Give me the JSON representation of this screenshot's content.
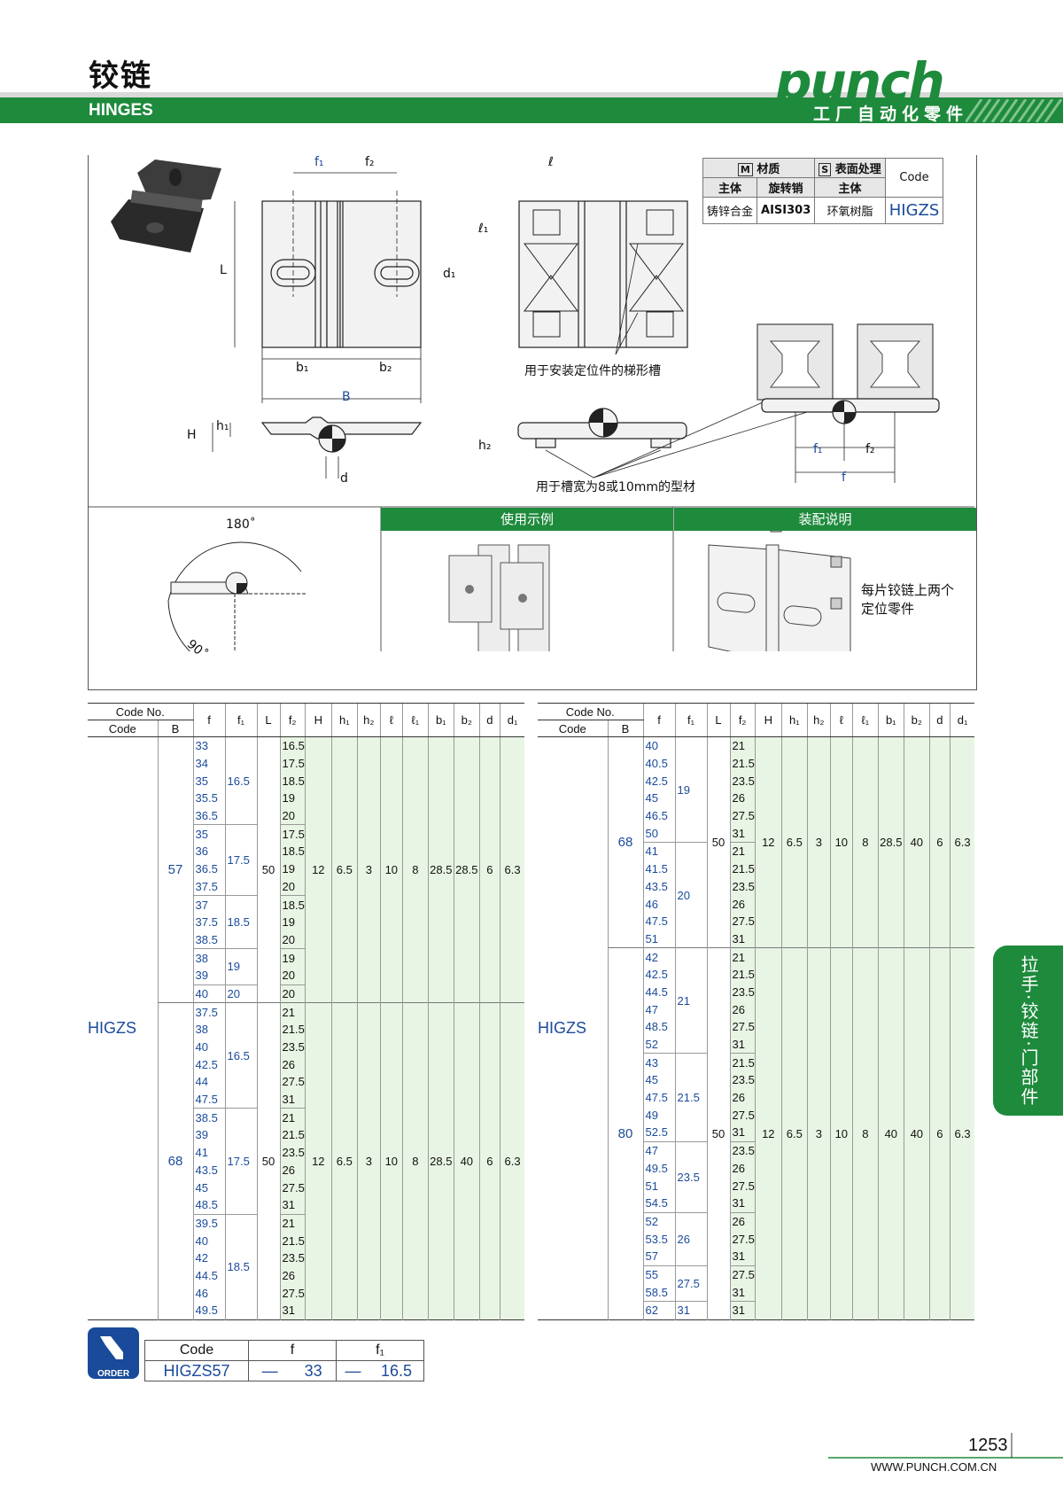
{
  "header": {
    "title_cn": "铰链",
    "title_en": "HINGES",
    "brand": "punch",
    "brand_sub": "工厂自动化零件"
  },
  "drawing": {
    "labels": {
      "f1": "f₁",
      "f2": "f₂",
      "L": "L",
      "d1": "d₁",
      "b1": "b₁",
      "b2": "b₂",
      "B": "B",
      "H": "H",
      "h1": "h₁",
      "d": "d",
      "ell": "ℓ",
      "ell1": "ℓ₁",
      "h2": "h₂",
      "f": "f",
      "trapezoid_note": "用于安装定位件的梯形槽",
      "slot_note": "用于槽宽为8或10mm的型材",
      "angle_180": "180˚",
      "angle_90": "90˚"
    },
    "material": {
      "m_icon": "M",
      "m_label": "材质",
      "s_icon": "S",
      "s_label": "表面处理",
      "code_header": "Code",
      "body": "主体",
      "pivot": "旋转销",
      "surface_body": "主体",
      "body_val": "铸锌合金",
      "pivot_val": "AISI303",
      "surface_val": "环氧树脂",
      "code_val": "HIGZS"
    },
    "tabs": {
      "example": "使用示例",
      "assembly": "装配说明"
    },
    "assembly_note": "每片铰链上两个定位零件"
  },
  "table_headers": {
    "code_no": "Code No.",
    "code": "Code",
    "B": "B",
    "cols": [
      "f",
      "f₁",
      "L",
      "f₂",
      "H",
      "h₁",
      "h₂",
      "ℓ",
      "ℓ₁",
      "b₁",
      "b₂",
      "d",
      "d₁"
    ]
  },
  "left_table": {
    "code": "HIGZS",
    "groups": [
      {
        "B": "57",
        "L": "50",
        "H": "12",
        "h1": "6.5",
        "h2": "3",
        "ell": "10",
        "ell1": "8",
        "b1": "28.5",
        "b2": "28.5",
        "d": "6",
        "d1": "6.3",
        "f1_groups": [
          {
            "f1": "16.5",
            "rows": [
              [
                "33",
                "16.5"
              ],
              [
                "34",
                "17.5"
              ],
              [
                "35",
                "18.5"
              ],
              [
                "35.5",
                "19"
              ],
              [
                "36.5",
                "20"
              ]
            ]
          },
          {
            "f1": "17.5",
            "rows": [
              [
                "35",
                "17.5"
              ],
              [
                "36",
                "18.5"
              ],
              [
                "36.5",
                "19"
              ],
              [
                "37.5",
                "20"
              ]
            ]
          },
          {
            "f1": "18.5",
            "rows": [
              [
                "37",
                "18.5"
              ],
              [
                "37.5",
                "19"
              ],
              [
                "38.5",
                "20"
              ]
            ]
          },
          {
            "f1": "19",
            "rows": [
              [
                "38",
                "19"
              ],
              [
                "39",
                "20"
              ]
            ]
          },
          {
            "f1": "20",
            "rows": [
              [
                "40",
                "20"
              ]
            ]
          }
        ]
      },
      {
        "B": "68",
        "L": "50",
        "H": "12",
        "h1": "6.5",
        "h2": "3",
        "ell": "10",
        "ell1": "8",
        "b1": "28.5",
        "b2": "40",
        "d": "6",
        "d1": "6.3",
        "f1_groups": [
          {
            "f1": "16.5",
            "rows": [
              [
                "37.5",
                "21"
              ],
              [
                "38",
                "21.5"
              ],
              [
                "40",
                "23.5"
              ],
              [
                "42.5",
                "26"
              ],
              [
                "44",
                "27.5"
              ],
              [
                "47.5",
                "31"
              ]
            ]
          },
          {
            "f1": "17.5",
            "rows": [
              [
                "38.5",
                "21"
              ],
              [
                "39",
                "21.5"
              ],
              [
                "41",
                "23.5"
              ],
              [
                "43.5",
                "26"
              ],
              [
                "45",
                "27.5"
              ],
              [
                "48.5",
                "31"
              ]
            ]
          },
          {
            "f1": "18.5",
            "rows": [
              [
                "39.5",
                "21"
              ],
              [
                "40",
                "21.5"
              ],
              [
                "42",
                "23.5"
              ],
              [
                "44.5",
                "26"
              ],
              [
                "46",
                "27.5"
              ],
              [
                "49.5",
                "31"
              ]
            ]
          }
        ]
      }
    ]
  },
  "right_table": {
    "code": "HIGZS",
    "groups": [
      {
        "B": "68",
        "L": "50",
        "H": "12",
        "h1": "6.5",
        "h2": "3",
        "ell": "10",
        "ell1": "8",
        "b1": "28.5",
        "b2": "40",
        "d": "6",
        "d1": "6.3",
        "f1_groups": [
          {
            "f1": "19",
            "rows": [
              [
                "40",
                "21"
              ],
              [
                "40.5",
                "21.5"
              ],
              [
                "42.5",
                "23.5"
              ],
              [
                "45",
                "26"
              ],
              [
                "46.5",
                "27.5"
              ],
              [
                "50",
                "31"
              ]
            ]
          },
          {
            "f1": "20",
            "rows": [
              [
                "41",
                "21"
              ],
              [
                "41.5",
                "21.5"
              ],
              [
                "43.5",
                "23.5"
              ],
              [
                "46",
                "26"
              ],
              [
                "47.5",
                "27.5"
              ],
              [
                "51",
                "31"
              ]
            ]
          }
        ]
      },
      {
        "B": "80",
        "L": "50",
        "H": "12",
        "h1": "6.5",
        "h2": "3",
        "ell": "10",
        "ell1": "8",
        "b1": "40",
        "b2": "40",
        "d": "6",
        "d1": "6.3",
        "f1_groups": [
          {
            "f1": "21",
            "rows": [
              [
                "42",
                "21"
              ],
              [
                "42.5",
                "21.5"
              ],
              [
                "44.5",
                "23.5"
              ],
              [
                "47",
                "26"
              ],
              [
                "48.5",
                "27.5"
              ],
              [
                "52",
                "31"
              ]
            ]
          },
          {
            "f1": "21.5",
            "rows": [
              [
                "43",
                "21.5"
              ],
              [
                "45",
                "23.5"
              ],
              [
                "47.5",
                "26"
              ],
              [
                "49",
                "27.5"
              ],
              [
                "52.5",
                "31"
              ]
            ]
          },
          {
            "f1": "23.5",
            "rows": [
              [
                "47",
                "23.5"
              ],
              [
                "49.5",
                "26"
              ],
              [
                "51",
                "27.5"
              ],
              [
                "54.5",
                "31"
              ]
            ]
          },
          {
            "f1": "26",
            "rows": [
              [
                "52",
                "26"
              ],
              [
                "53.5",
                "27.5"
              ],
              [
                "57",
                "31"
              ]
            ]
          },
          {
            "f1": "27.5",
            "rows": [
              [
                "55",
                "27.5"
              ],
              [
                "58.5",
                "31"
              ]
            ]
          },
          {
            "f1": "31",
            "rows": [
              [
                "62",
                "31"
              ]
            ]
          }
        ]
      }
    ]
  },
  "side_tab": "拉手·铰链·门部件",
  "order": {
    "icon_label": "ORDER",
    "headers": [
      "Code",
      "f",
      "f₁"
    ],
    "values": [
      "HIGZS57",
      "—",
      "33",
      "—",
      "16.5"
    ]
  },
  "footer": {
    "page": "1253",
    "site": "WWW.PUNCH.COM.CN"
  }
}
